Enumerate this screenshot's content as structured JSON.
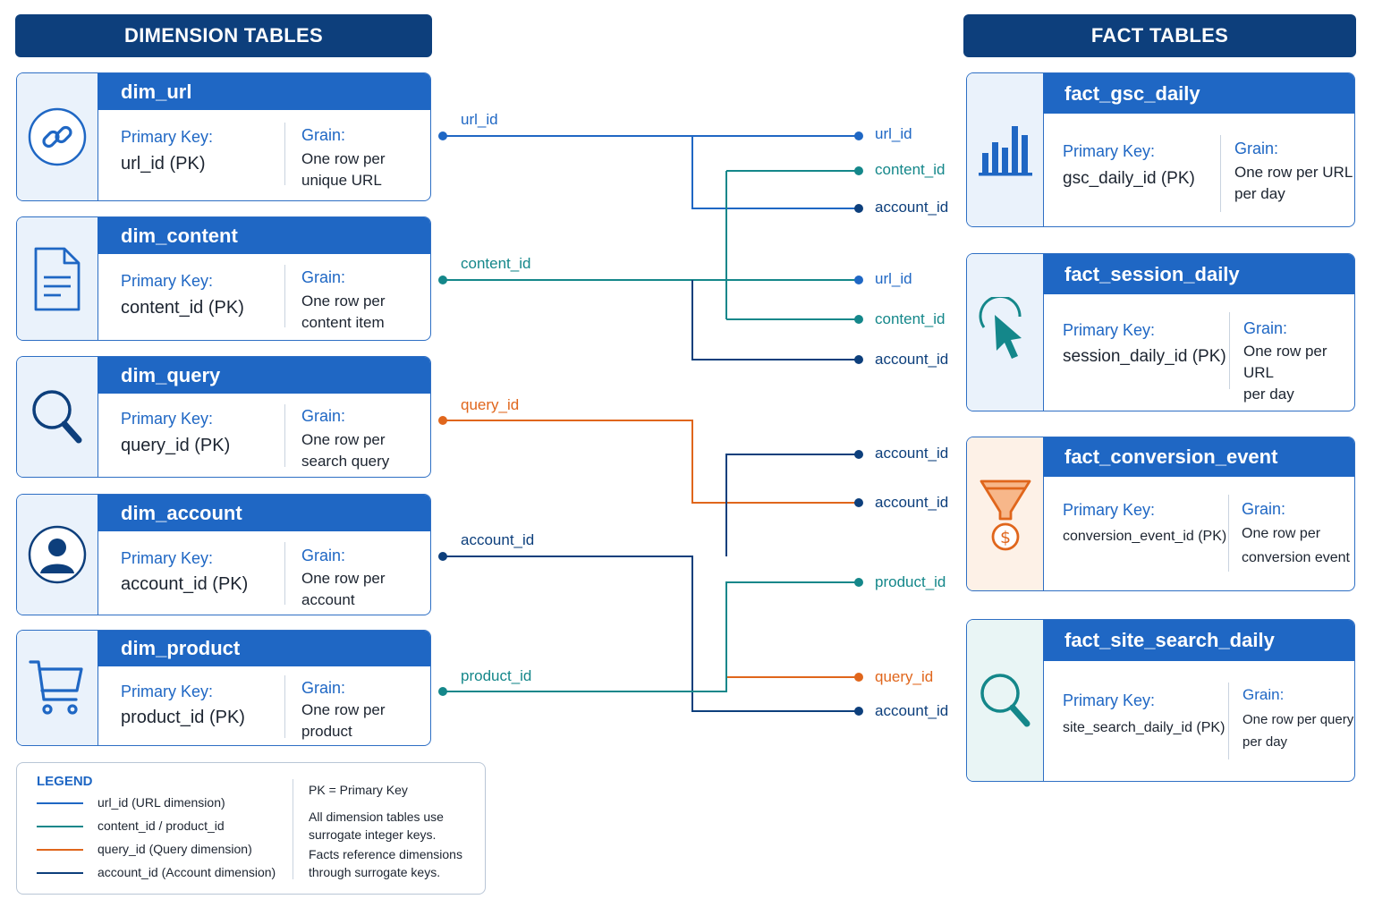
{
  "headers": {
    "dimension": "DIMENSION TABLES",
    "fact": "FACT TABLES"
  },
  "labels": {
    "pk": "Primary Key:",
    "grain": "Grain:"
  },
  "colors": {
    "url": "#1f67c4",
    "content": "#14878a",
    "query": "#e0661c",
    "account": "#0d3f7c"
  },
  "dimensions": [
    {
      "name": "dim_url",
      "icon": "link-icon",
      "pk": "url_id (PK)",
      "grain": [
        "One row per",
        "unique URL"
      ]
    },
    {
      "name": "dim_content",
      "icon": "document-icon",
      "pk": "content_id (PK)",
      "grain": [
        "One row per",
        "content item"
      ]
    },
    {
      "name": "dim_query",
      "icon": "search-icon",
      "pk": "query_id (PK)",
      "grain": [
        "One row per",
        "search query"
      ]
    },
    {
      "name": "dim_account",
      "icon": "user-icon",
      "pk": "account_id (PK)",
      "grain": [
        "One row per",
        "account"
      ]
    },
    {
      "name": "dim_product",
      "icon": "cart-icon",
      "pk": "product_id (PK)",
      "grain": [
        "One row per",
        "product"
      ]
    }
  ],
  "facts": [
    {
      "name": "fact_gsc_daily",
      "icon": "bar-chart-icon",
      "pk": "gsc_daily_id (PK)",
      "grain": [
        "One row per URL",
        "per day"
      ]
    },
    {
      "name": "fact_session_daily",
      "icon": "cursor-icon",
      "pk": "session_daily_id (PK)",
      "grain": [
        "One row per URL",
        "per day"
      ]
    },
    {
      "name": "fact_conversion_event",
      "icon": "funnel-icon",
      "pk": "conversion_event_id (PK)",
      "grain": [
        "One row per",
        "conversion event"
      ]
    },
    {
      "name": "fact_site_search_daily",
      "icon": "magnifier-icon",
      "pk": "site_search_daily_id (PK)",
      "grain": [
        "One row per query",
        "per day"
      ]
    }
  ],
  "source_keys": [
    "url_id",
    "content_id",
    "query_id",
    "account_id",
    "product_id"
  ],
  "fact_keys": [
    "url_id",
    "content_id",
    "account_id",
    "url_id",
    "content_id",
    "account_id",
    "account_id",
    "account_id",
    "product_id",
    "query_id",
    "account_id"
  ],
  "legend": {
    "title": "LEGEND",
    "items": [
      "url_id (URL dimension)",
      "content_id / product_id",
      "query_id (Query dimension)",
      "account_id (Account dimension)"
    ],
    "notes": [
      "PK = Primary Key",
      "All dimension tables use surrogate integer keys.",
      "Facts reference dimensions through surrogate keys."
    ]
  }
}
